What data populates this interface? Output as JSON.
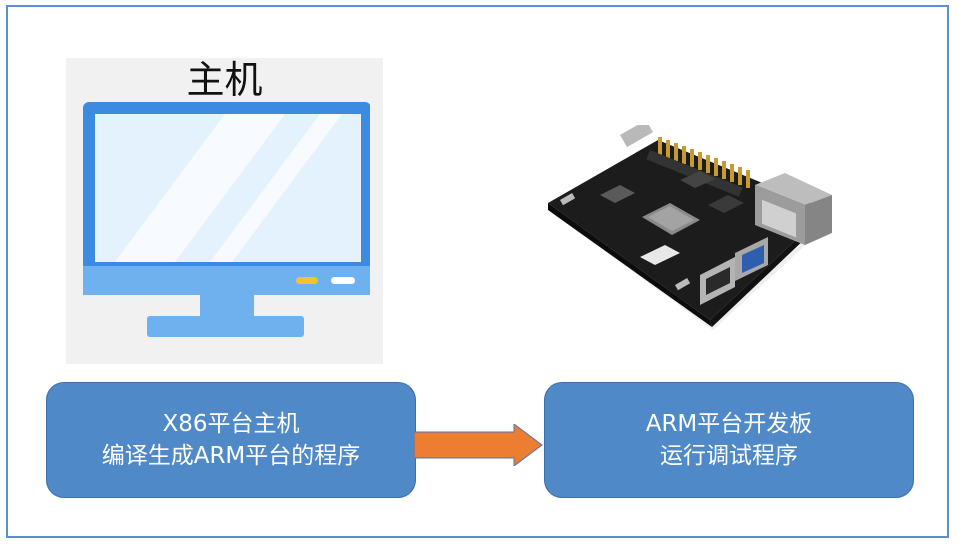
{
  "host": {
    "title": "主机"
  },
  "left_box": {
    "line1": "X86平台主机",
    "line2": "编译生成ARM平台的程序"
  },
  "right_box": {
    "line1": "ARM平台开发板",
    "line2": "运行调试程序"
  },
  "colors": {
    "frame_border": "#5b8fd0",
    "box_fill": "#4f89c8",
    "arrow_fill": "#ed7d31",
    "monitor_blue": "#3d8be0",
    "screen_light": "#e4f2fd"
  },
  "icons": [
    "monitor-icon",
    "dev-board-image",
    "arrow-right-icon"
  ]
}
